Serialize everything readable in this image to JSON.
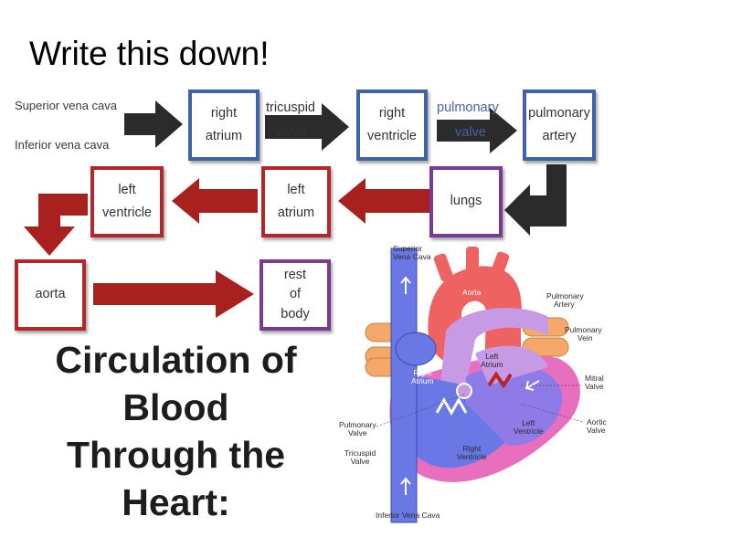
{
  "slide": {
    "title": "Write this down!"
  },
  "flow": {
    "sources": [
      "Superior vena cava",
      "Inferior vena cava"
    ],
    "boxes": {
      "right_atrium": [
        "right",
        "atrium"
      ],
      "right_ventricle": [
        "right",
        "ventricle"
      ],
      "pulmonary_artery": [
        "pulmonary",
        "artery"
      ],
      "lungs": [
        "lungs"
      ],
      "left_atrium": [
        "left",
        "atrium"
      ],
      "left_ventricle": [
        "left",
        "ventricle"
      ],
      "aorta": [
        "aorta"
      ],
      "rest_of_body": [
        "rest",
        "of",
        "body"
      ]
    },
    "valves": {
      "tricuspid": [
        "tricuspid",
        "valve"
      ],
      "pulmonary": [
        "pulmonary",
        "valve"
      ]
    }
  },
  "big_title": [
    "Circulation of",
    "Blood",
    "Through the",
    "Heart:"
  ],
  "heart_labels": {
    "superior_vena_cava": [
      "Superior",
      "Vena Cava"
    ],
    "aorta": [
      "Aorta"
    ],
    "pulmonary_artery": [
      "Pulmonary",
      "Artery"
    ],
    "pulmonary_vein": [
      "Pulmonary",
      "Vein"
    ],
    "left_atrium": [
      "Left",
      "Atrium"
    ],
    "right_atrium": [
      "Right",
      "Atrium"
    ],
    "mitral_valve": [
      "Mitral",
      "Valve"
    ],
    "aortic_valve": [
      "Aortic",
      "Valve"
    ],
    "left_ventricle": [
      "Left",
      "Ventricle"
    ],
    "pulmonary_valve": [
      "Pulmonary",
      "Valve"
    ],
    "right_ventricle": [
      "Right",
      "Ventricle"
    ],
    "tricuspid_valve": [
      "Tricuspid",
      "Valve"
    ],
    "inferior_vena_cava": [
      "Inferior Vena Cava"
    ]
  },
  "colors": {
    "box_blue": "#3f63a6",
    "box_red": "#b3262a",
    "box_purple": "#7a3a92",
    "arrow_dark": "#2b2b2b",
    "arrow_red": "#a8211f",
    "vena_blue": "#6a78e6",
    "heart_red": "#ef6262",
    "heart_purple": "#c79ae6",
    "vein_orange": "#f4a96a",
    "pericardium_pink": "#e86fbd"
  }
}
